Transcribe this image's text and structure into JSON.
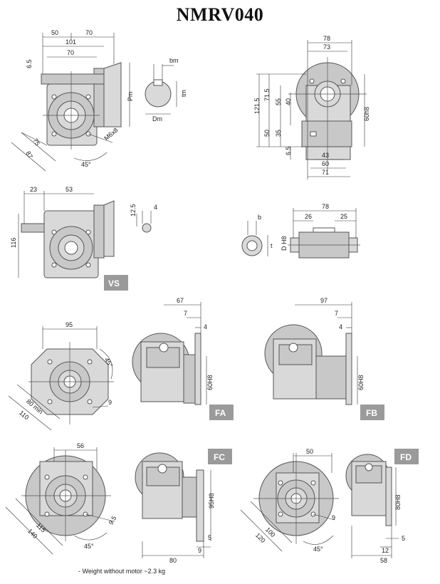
{
  "title": "NMRV040",
  "footnote": "- Weight without motor ~2.3 kg",
  "badges": {
    "vs": "VS",
    "fa": "FA",
    "fb": "FB",
    "fc": "FC",
    "fd": "FD"
  },
  "dims": {
    "d50": "50",
    "d70": "70",
    "d101": "101",
    "d70b": "70",
    "d65": "6.5",
    "pm": "Pm",
    "d75": "75",
    "d87": "87",
    "d45": "45°",
    "m6x8": "M6x8",
    "bm": "bm",
    "tm": "tm",
    "dm": "Dm",
    "d78": "78",
    "d73": "73",
    "d1215": "121.5",
    "d715": "71.5",
    "d55": "55",
    "d40": "40",
    "d50b": "50",
    "d35": "35",
    "d65b": "6.5",
    "d60h8": "60h8",
    "d43": "43",
    "d60": "60",
    "d71": "71",
    "d23": "23",
    "d53": "53",
    "d116": "116",
    "d125": "12.5",
    "d4": "4",
    "b": "b",
    "t": "t",
    "d78b": "78",
    "d26": "26",
    "d25": "25",
    "dH8": "D H8",
    "d95": "95",
    "d45b": "45°",
    "d80min": "80 min",
    "d110": "110",
    "d9": "9",
    "d67": "67",
    "d7": "7",
    "d4b": "4",
    "d60H8": "60H8",
    "d97": "97",
    "d7b": "7",
    "d4c": "4",
    "d60H8b": "60H8",
    "d56": "56",
    "d115": "115",
    "d140": "140",
    "d95b": "9.5",
    "d45c": "45°",
    "d95H8": "95H8",
    "d5": "5",
    "d9b": "9",
    "d80": "80",
    "d50c": "50",
    "d100": "100",
    "d120": "120",
    "d9c": "9",
    "d45d": "45°",
    "d80H8": "80H8",
    "d5b": "5",
    "d12": "12",
    "d58": "58"
  }
}
